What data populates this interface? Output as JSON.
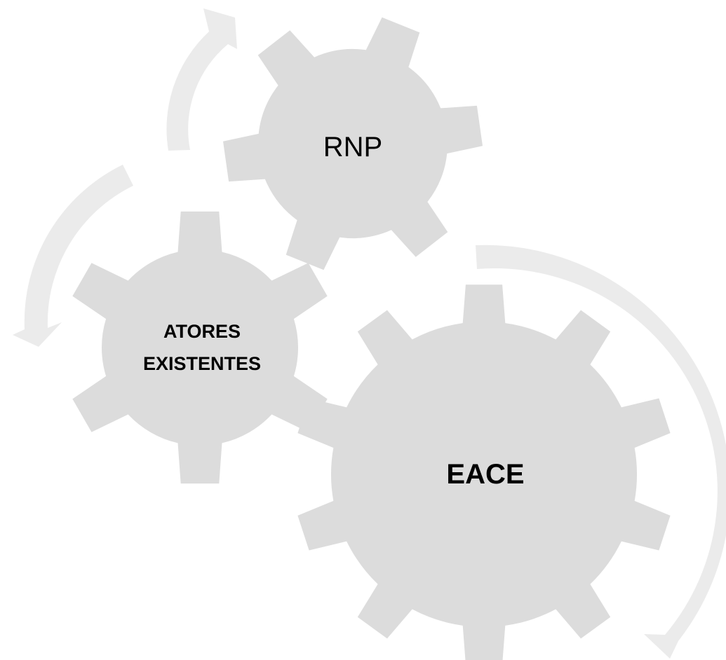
{
  "diagram": {
    "gears": [
      {
        "id": "rnp",
        "label": [
          "RNP"
        ],
        "teeth": 6,
        "bold": false
      },
      {
        "id": "atores",
        "label": [
          "ATORES",
          "EXISTENTES"
        ],
        "teeth": 6,
        "bold": true
      },
      {
        "id": "eace",
        "label": [
          "EACE"
        ],
        "teeth": 10,
        "bold": true
      }
    ],
    "colors": {
      "gear": "#dcdcdc",
      "arrow": "#ebebeb",
      "text": "#000000",
      "background": "#ffffff"
    }
  }
}
